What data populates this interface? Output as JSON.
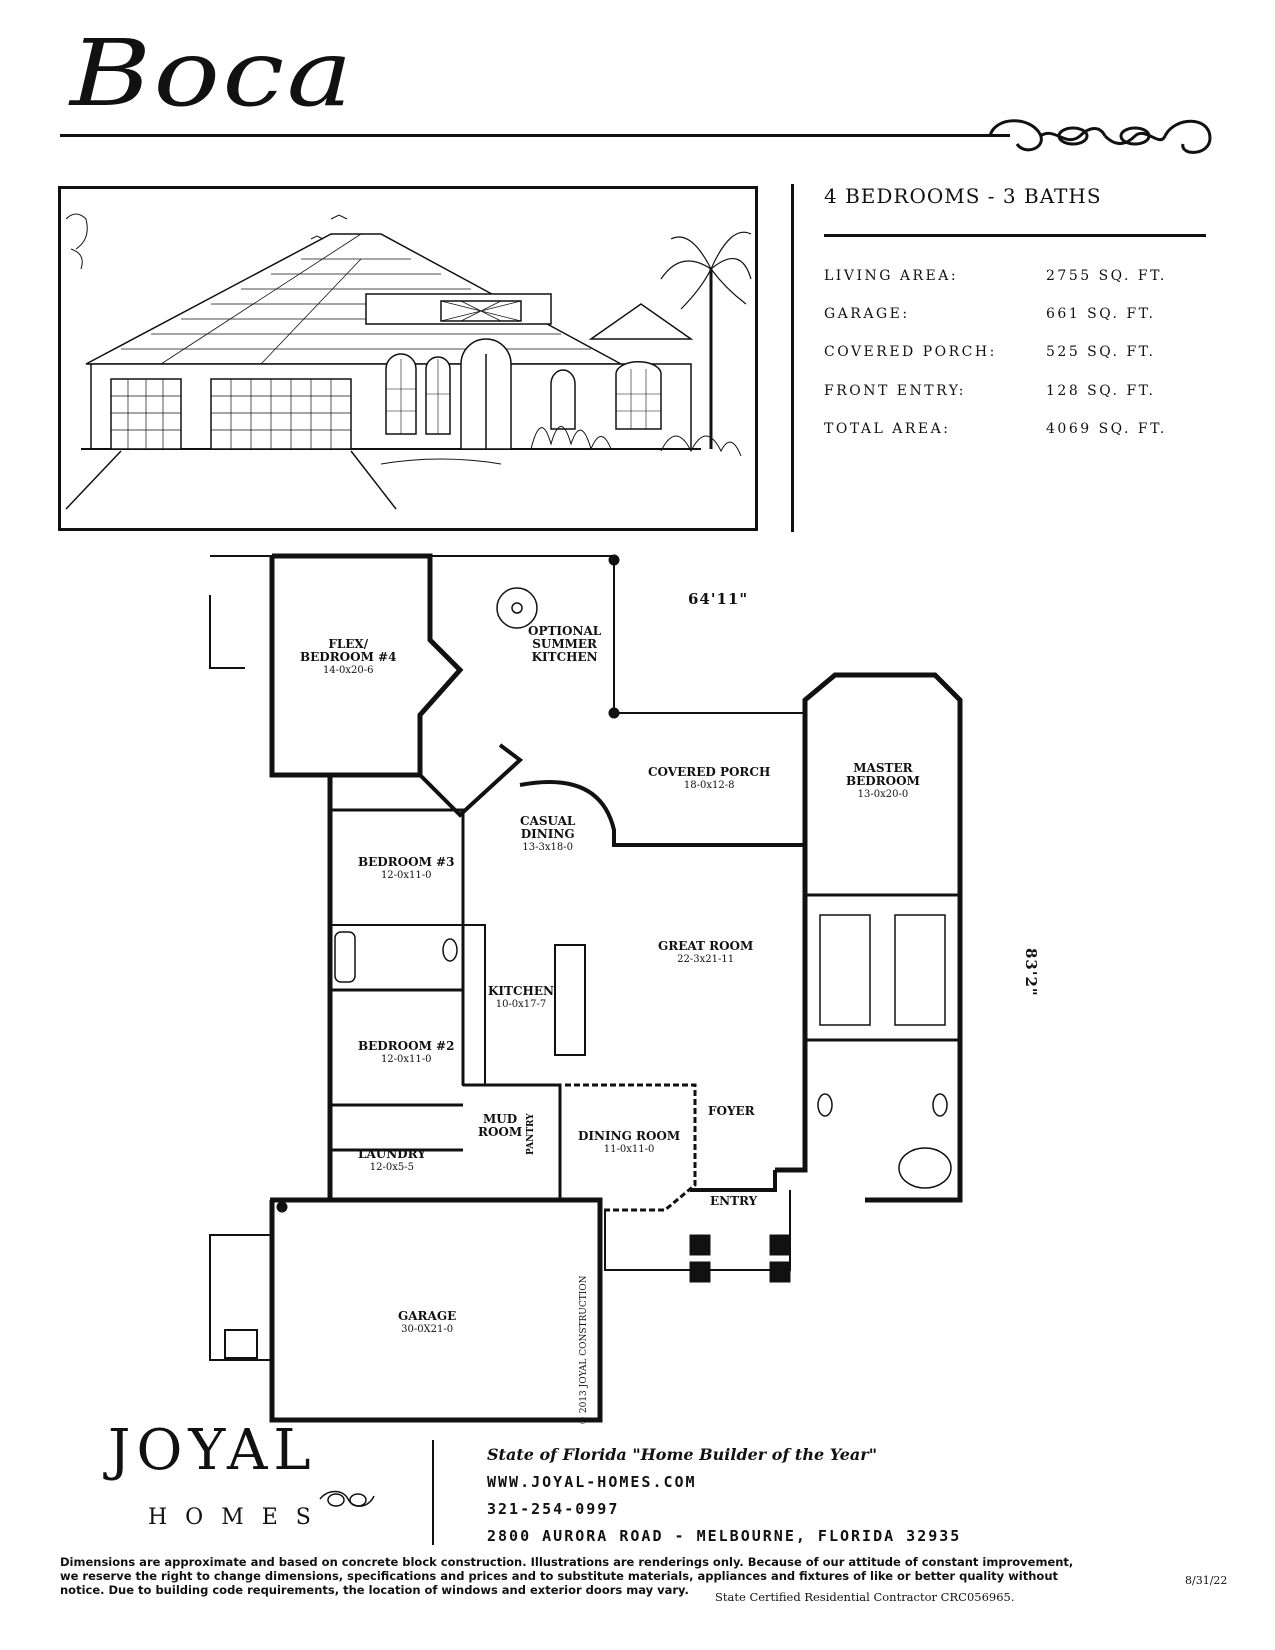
{
  "plan_name": "Boca",
  "summary": "4 BEDROOMS - 3 BATHS",
  "specs": [
    {
      "label": "LIVING AREA:",
      "value": "2755 SQ. FT."
    },
    {
      "label": "GARAGE:",
      "value": "661 SQ. FT."
    },
    {
      "label": "COVERED PORCH:",
      "value": "525 SQ. FT."
    },
    {
      "label": "FRONT ENTRY:",
      "value": "128 SQ. FT."
    },
    {
      "label": "TOTAL AREA:",
      "value": "4069 SQ. FT."
    }
  ],
  "floor_plan": {
    "width_dim": "64'11\"",
    "depth_dim": "83'2\"",
    "copyright": "© 2013 JOYAL CONSTRUCTION",
    "rooms": {
      "flex": {
        "name": "FLEX/\nBEDROOM #4",
        "dims": "14-0x20-6"
      },
      "summer_kitchen": {
        "name": "OPTIONAL\nSUMMER\nKITCHEN",
        "dims": ""
      },
      "covered_porch": {
        "name": "COVERED PORCH",
        "dims": "18-0x12-8"
      },
      "master": {
        "name": "MASTER\nBEDROOM",
        "dims": "13-0x20-0"
      },
      "casual_dining": {
        "name": "CASUAL\nDINING",
        "dims": "13-3x18-0"
      },
      "bedroom3": {
        "name": "BEDROOM #3",
        "dims": "12-0x11-0"
      },
      "great_room": {
        "name": "GREAT ROOM",
        "dims": "22-3x21-11"
      },
      "kitchen": {
        "name": "KITCHEN",
        "dims": "10-0x17-7"
      },
      "bedroom2": {
        "name": "BEDROOM #2",
        "dims": "12-0x11-0"
      },
      "mud_room": {
        "name": "MUD\nROOM",
        "dims": ""
      },
      "pantry": {
        "name": "PANTRY",
        "dims": ""
      },
      "dining_room": {
        "name": "DINING ROOM",
        "dims": "11-0x11-0"
      },
      "foyer": {
        "name": "FOYER",
        "dims": ""
      },
      "laundry": {
        "name": "LAUNDRY",
        "dims": "12-0x5-5"
      },
      "entry": {
        "name": "ENTRY",
        "dims": ""
      },
      "garage": {
        "name": "GARAGE",
        "dims": "30-0X21-0"
      }
    }
  },
  "footer": {
    "logo_main": "JOYAL",
    "logo_sub": "HOMES",
    "award": "State of Florida \"Home Builder of the Year\"",
    "website": "WWW.JOYAL-HOMES.COM",
    "phone": "321-254-0997",
    "address": "2800 AURORA ROAD - MELBOURNE, FLORIDA 32935",
    "disclaimer": "Dimensions are approximate and based on concrete block construction. Illustrations are renderings only. Because of our attitude of constant improvement, we reserve the right to change dimensions, specifications and prices and to substitute materials, appliances and fixtures of like or better quality without notice. Due to building code requirements, the location of windows and exterior doors may vary.",
    "license": "State Certified Residential Contractor CRC056965.",
    "date": "8/31/22"
  }
}
